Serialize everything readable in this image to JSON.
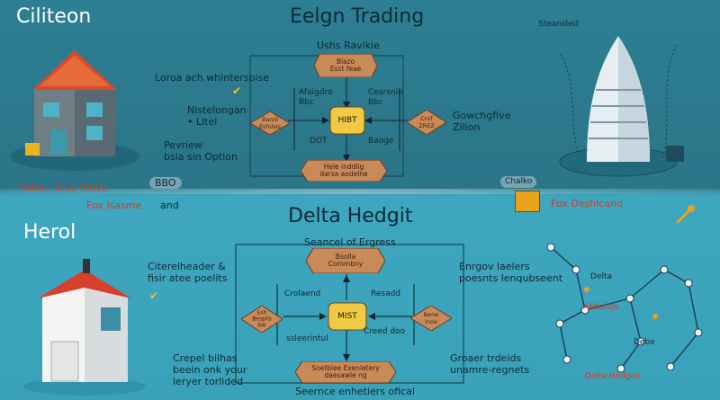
{
  "top": {
    "logo": "Ciliteon",
    "title": "Eelgn Trading",
    "subtitle": "Ushs Ravikie",
    "box_top": "Blazo\nEsst feae",
    "hub": "HIBT",
    "left_top": "Afaigdro\nBbc",
    "right_top": "Cesrsnin\nBbc",
    "left_bottom": "DOT",
    "right_bottom": "Baoge",
    "left_diamond": "Baniil\nEsfolsis",
    "right_diamond": "Crof\nZREZ",
    "box_bottom": "Hele inddlig\ndarsa aodelne",
    "left_note1": "Loroa ach whinterspise",
    "left_note2": "Nistelongan\n• Lltel",
    "left_note3": "Pevriew\nbsla sin Option",
    "right_note1": "Gowchgfive\nZilion",
    "right_label": "Steansled"
  },
  "divider": {
    "left_red": "Habut: Gluc Rlove",
    "left_pill": "BBO",
    "left_red2": "Fox Isasme",
    "left_and": "and",
    "right_pill": "Chalko",
    "right_red": "Fox Deshlcand"
  },
  "bottom": {
    "logo": "Herol",
    "title": "Delta Hedgit",
    "subtitle": "Seancel of Ergress",
    "box_top": "Bsolla\nCommbny",
    "hub": "MIST",
    "left_top": "Crolaend",
    "right_top": "Resadd",
    "left_bottom": "ssleerintul",
    "right_bottom": "Creed doo",
    "left_diamond": "Esh\nBesplis\nble",
    "right_diamond": "Bene\nlnoe",
    "box_bottom": "Soetblee Exenletery\ndaesawle ng",
    "footer": "Seernce enhetiers ofical",
    "left_note1": "Citerelheader &\nfisir atee poelits",
    "left_note2": "Crepel bilhas\nbeein onk your\nleryer torlided",
    "right_note1": "Enrgov laelers\npoesnts lenqubseent",
    "right_note2": "Groaer trdeids\nunamre-regnets",
    "net_label1": "Delta",
    "net_label2": "Aktlends",
    "net_label3": "Debe",
    "net_label4": "Delta Hedges"
  },
  "colors": {
    "top_bg": "#2d7f93",
    "bottom_bg": "#3ea6bf",
    "diamond_fill": "#c98a5a",
    "accent_red": "#e2351f"
  }
}
